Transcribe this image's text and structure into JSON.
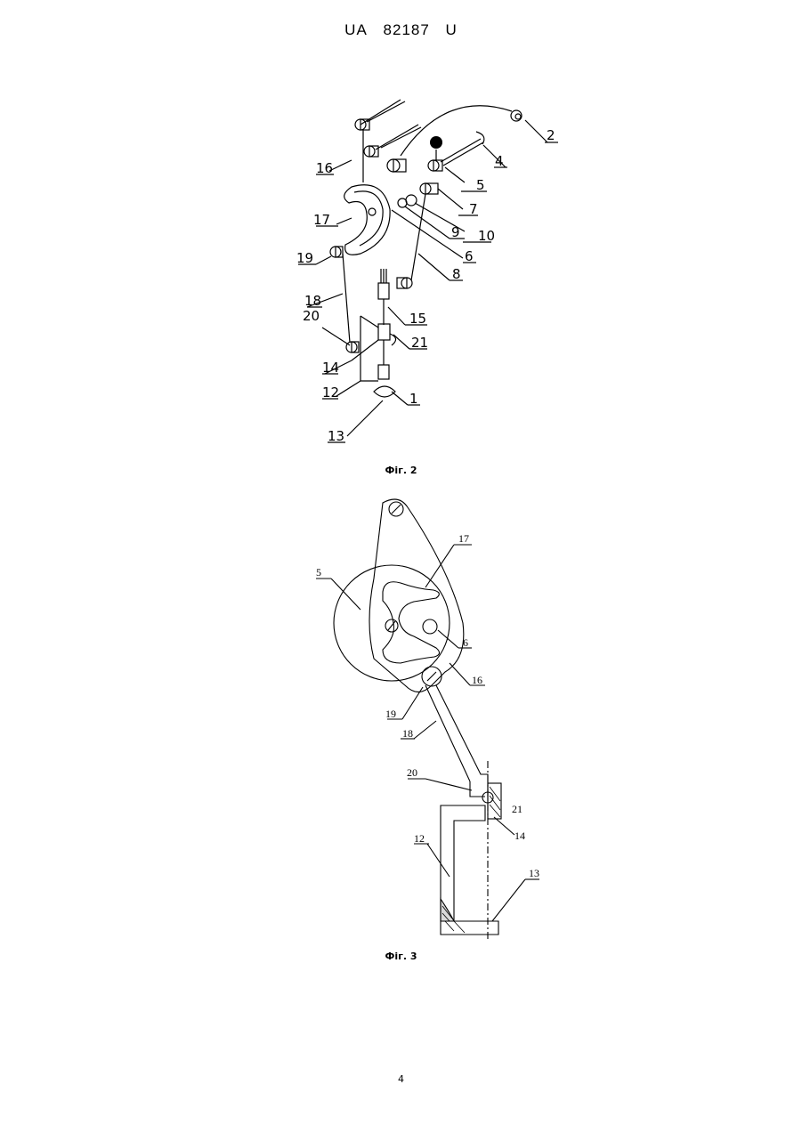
{
  "header": {
    "country": "UA",
    "number": "82187",
    "kind": "U"
  },
  "figure2": {
    "caption": "Фіг. 2",
    "labels": [
      "2",
      "4",
      "5",
      "7",
      "10",
      "9",
      "6",
      "8",
      "16",
      "17",
      "19",
      "18",
      "20",
      "15",
      "21",
      "14",
      "12",
      "1",
      "13"
    ]
  },
  "figure3": {
    "caption": "Фіг. 3",
    "labels": [
      "17",
      "5",
      "6",
      "16",
      "19",
      "18",
      "20",
      "21",
      "14",
      "12",
      "13"
    ]
  },
  "page_number": "4"
}
